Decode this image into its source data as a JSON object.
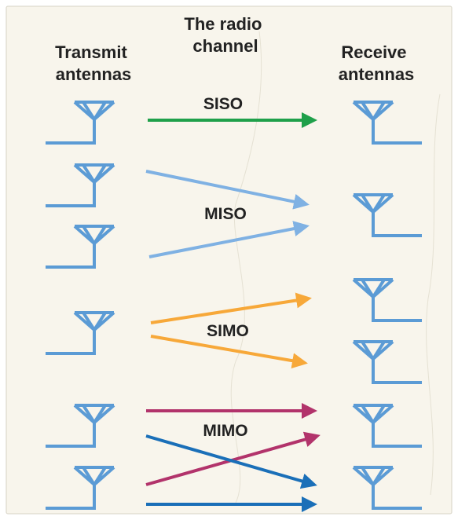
{
  "headers": {
    "transmit": [
      "Transmit",
      "antennas"
    ],
    "channel": [
      "The radio",
      "channel"
    ],
    "receive": [
      "Receive",
      "antennas"
    ]
  },
  "labels": {
    "siso": "SISO",
    "miso": "MISO",
    "simo": "SIMO",
    "mimo": "MIMO"
  },
  "colors": {
    "antenna": "#5b9bd5",
    "siso": "#1fa04a",
    "miso": "#7fb1e3",
    "simo": "#f7a839",
    "mimo_a": "#b2336b",
    "mimo_b": "#1a6fb8",
    "background": "#f8f5ec"
  },
  "icons": {
    "transmit": "transmit-antenna-icon",
    "receive": "receive-antenna-icon"
  }
}
